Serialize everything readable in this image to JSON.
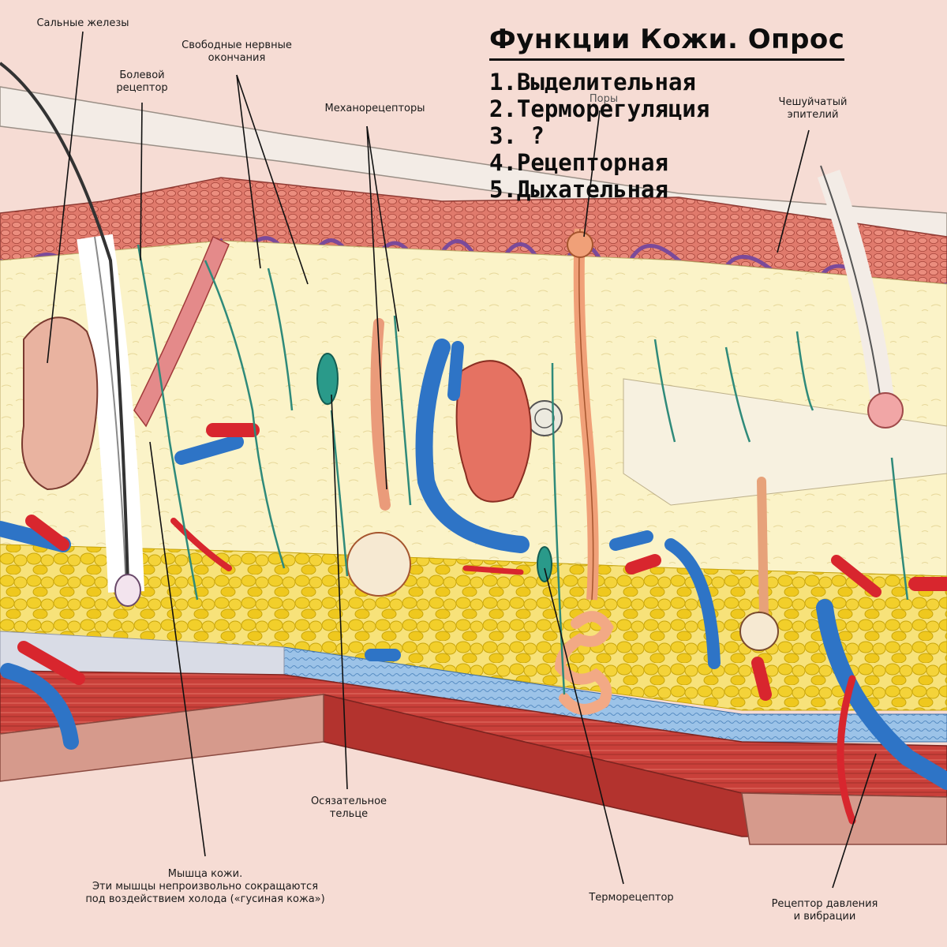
{
  "quiz": {
    "title": "Функции Кожи. Опрос",
    "items": [
      "1.Выделительная",
      "2.Терморегуляция",
      "3. ?",
      "4.Рецепторная",
      "5.Дыхательная"
    ]
  },
  "labels": {
    "sebaceous_glands": "Сальные железы",
    "free_nerve_endings": "Свободные нервные\nокончания",
    "pain_receptor": "Болевой\nрецептор",
    "mechanoreceptors": "Механорецепторы",
    "pores": "Поры",
    "squamous_epithelium": "Чешуйчатый\nэпителий",
    "tactile_corpuscle": "Осязательное\nтельце",
    "skin_muscle": "Мышца кожи.\nЭти мышцы непроизвольно сокращаются\nпод воздействием холода («гусиная кожа»)",
    "thermoreceptor": "Терморецептор",
    "pressure_receptor": "Рецептор давления\nи вибрации"
  },
  "colors": {
    "background": "#f6dcd4",
    "epidermis": "#d9655a",
    "dermis": "#fbf3c8",
    "fat": "#f2cf2a",
    "artery": "#d8262e",
    "vein": "#2e74c6",
    "nerve": "#2f8a7a",
    "muscle": "#c9403a"
  }
}
